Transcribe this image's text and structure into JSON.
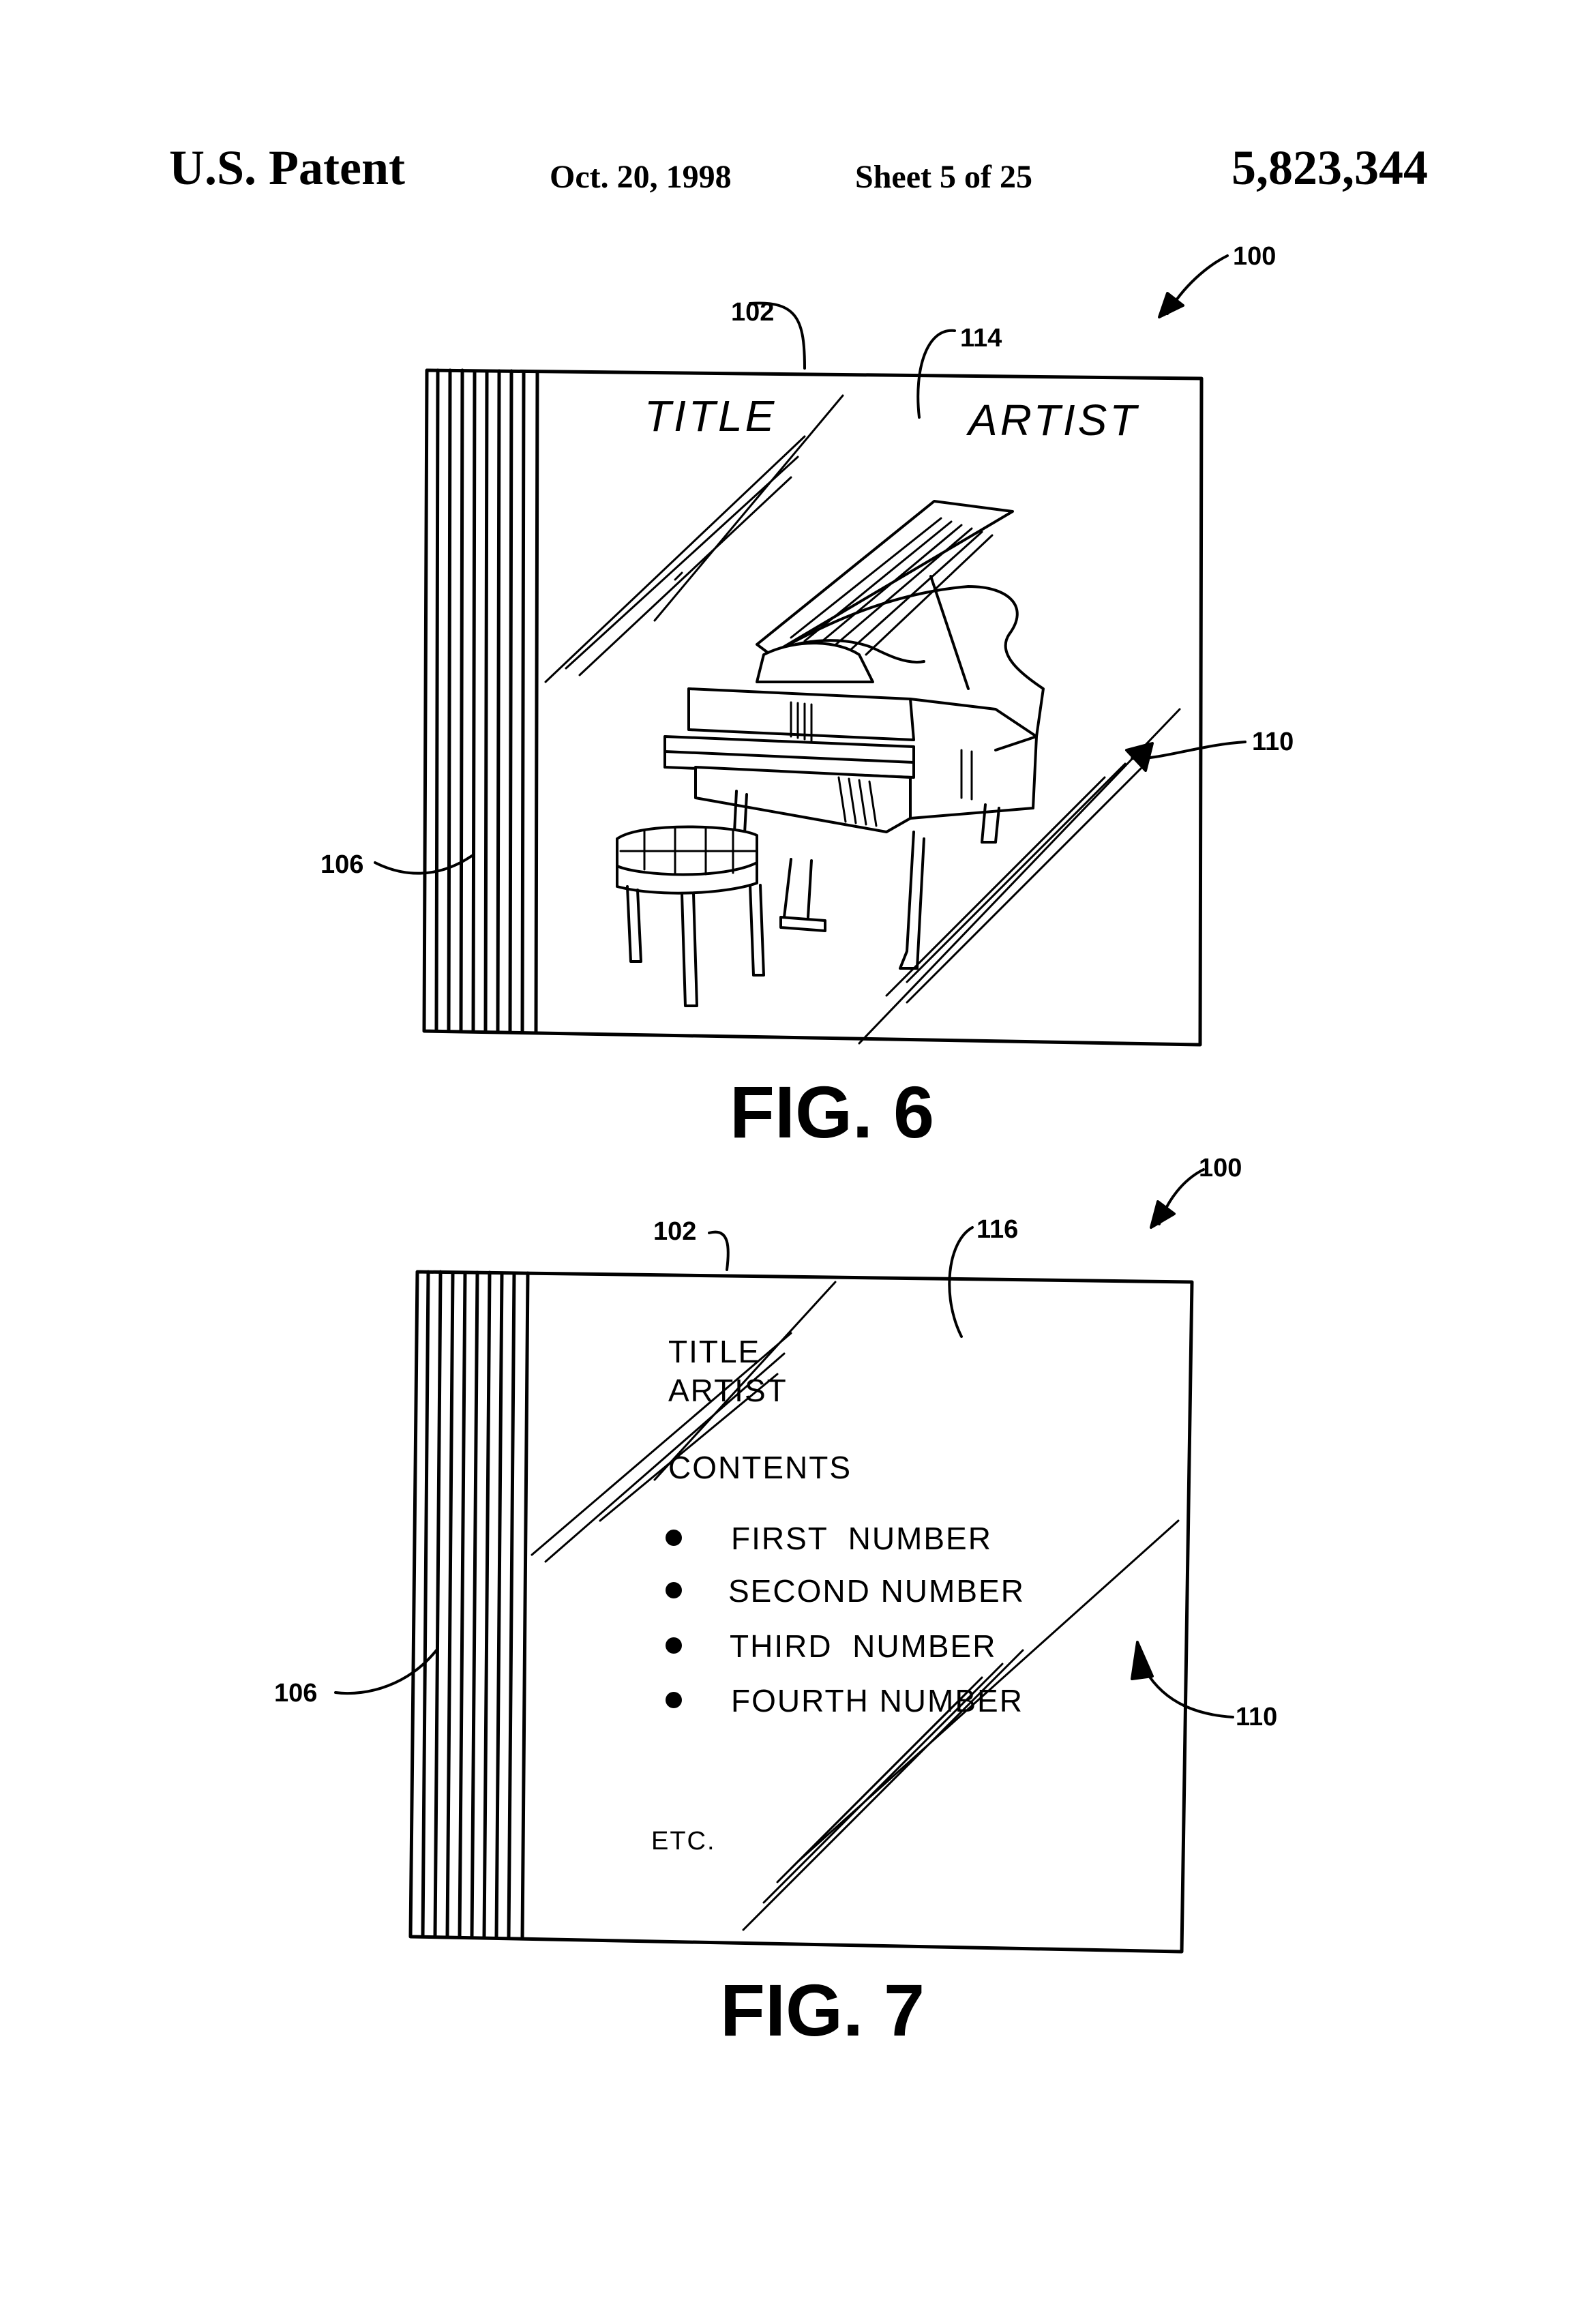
{
  "header": {
    "left": "U.S. Patent",
    "date": "Oct. 20, 1998",
    "sheet": "Sheet 5 of 25",
    "number": "5,823,344"
  },
  "fig6": {
    "caption": "FIG. 6",
    "cover_title": "TITLE",
    "cover_artist": "ARTIST",
    "refs": {
      "device": "100",
      "cover": "102",
      "face": "114",
      "arrow": "110",
      "spine": "106"
    }
  },
  "fig7": {
    "caption": "FIG. 7",
    "title": "TITLE",
    "artist": "ARTIST",
    "contents_heading": "CONTENTS",
    "items": [
      "FIRST  NUMBER",
      "SECOND NUMBER",
      "THIRD  NUMBER",
      "FOURTH NUMBER"
    ],
    "etc": "ETC.",
    "refs": {
      "device": "100",
      "cover": "102",
      "face": "116",
      "arrow": "110",
      "spine": "106"
    }
  }
}
